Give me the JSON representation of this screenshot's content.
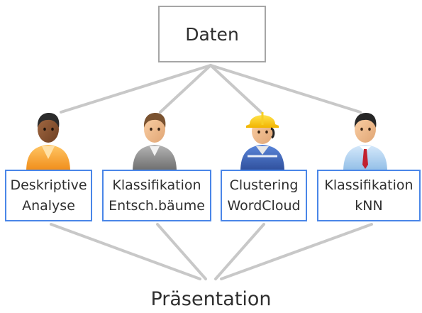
{
  "source": {
    "label": "Daten"
  },
  "roles": [
    {
      "line1": "Deskriptive",
      "line2": "Analyse",
      "avatar": "person-orange-shirt-icon",
      "shirt": "#f7a93c"
    },
    {
      "line1": "Klassifikation",
      "line2": "Entsch.bäume",
      "avatar": "person-grey-suit-icon",
      "shirt": "#8e8e8e"
    },
    {
      "line1": "Clustering",
      "line2": "WordCloud",
      "avatar": "person-hardhat-worker-icon",
      "shirt": "#3d64b8"
    },
    {
      "line1": "Klassifikation",
      "line2": "kNN",
      "avatar": "person-business-tie-icon",
      "shirt": "#a9cdee"
    }
  ],
  "result": {
    "label": "Präsentation"
  },
  "colors": {
    "connector": "#c8c8c8",
    "box_border": "#4a86e8",
    "source_border": "#a6a6a6"
  }
}
